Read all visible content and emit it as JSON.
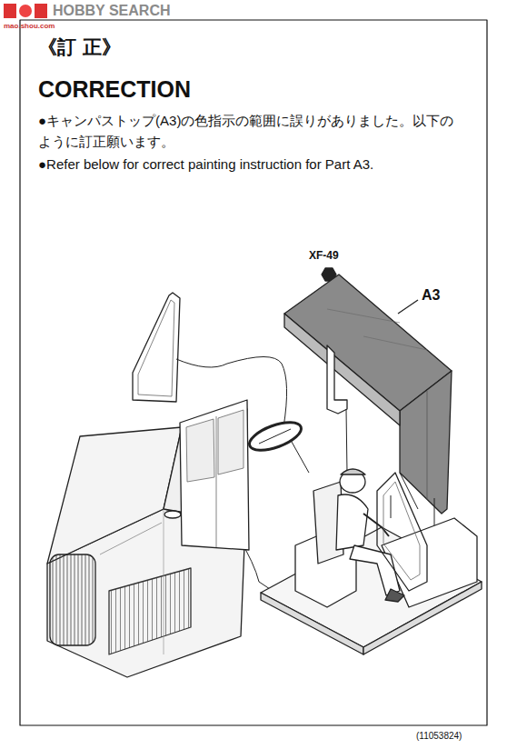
{
  "diagram": {
    "title": "《訂 正》",
    "labels": [
      "HOBBY SEARCH",
      "mao.shou.com",
      "CORRECTION",
      "●キャンパストップ(A3)の色指示の範囲に誤りがありました。以下のように訂正願います。",
      "●Refer below for correct painting instruction for Part A3.",
      "XF-49",
      "A3",
      "(11053824)"
    ]
  }
}
